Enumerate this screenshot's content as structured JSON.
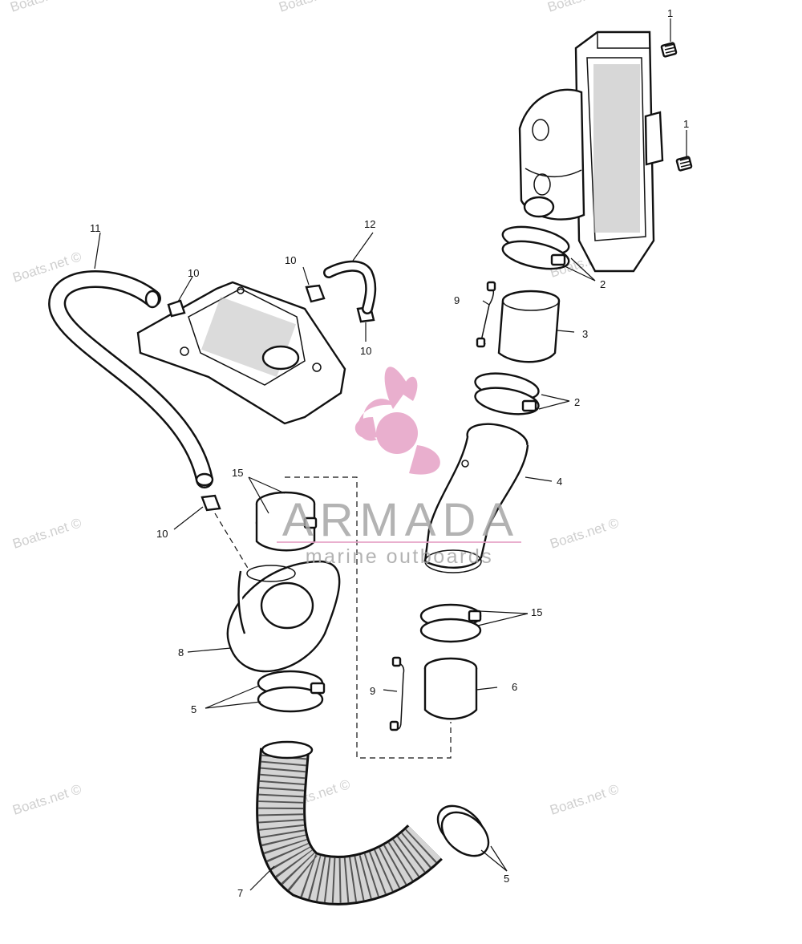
{
  "callouts": [
    {
      "id": "c1a",
      "label": "1"
    },
    {
      "id": "c1b",
      "label": "1"
    },
    {
      "id": "c2a",
      "label": "2"
    },
    {
      "id": "c2b",
      "label": "2"
    },
    {
      "id": "c3",
      "label": "3"
    },
    {
      "id": "c4",
      "label": "4"
    },
    {
      "id": "c5a",
      "label": "5"
    },
    {
      "id": "c5b",
      "label": "5"
    },
    {
      "id": "c6",
      "label": "6"
    },
    {
      "id": "c7",
      "label": "7"
    },
    {
      "id": "c8",
      "label": "8"
    },
    {
      "id": "c9a",
      "label": "9"
    },
    {
      "id": "c9b",
      "label": "9"
    },
    {
      "id": "c10a",
      "label": "10"
    },
    {
      "id": "c10b",
      "label": "10"
    },
    {
      "id": "c10c",
      "label": "10"
    },
    {
      "id": "c10d",
      "label": "10"
    },
    {
      "id": "c11",
      "label": "11"
    },
    {
      "id": "c12",
      "label": "12"
    },
    {
      "id": "c15a",
      "label": "15"
    },
    {
      "id": "c15b",
      "label": "15"
    }
  ],
  "watermark": {
    "text": "Boats.net ©"
  },
  "brand": {
    "name": "ARMADA",
    "tagline": "marine outboards",
    "accent_color": "#e6a2c6"
  }
}
